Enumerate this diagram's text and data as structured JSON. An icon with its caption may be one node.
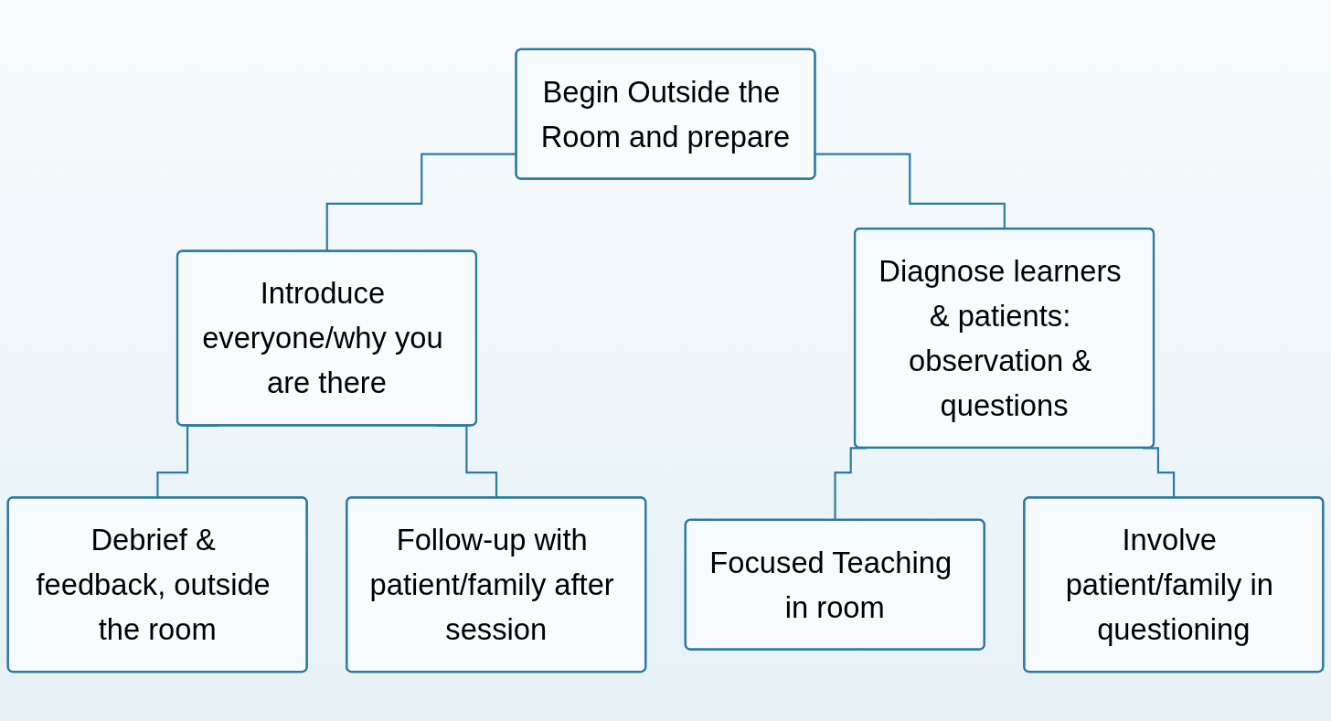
{
  "diagram": {
    "nodes": [
      {
        "text": [
          "Begin Outside the Room and prepare"
        ]
      },
      {
        "text": [
          "Introduce everyone/why you are there"
        ]
      },
      {
        "text": [
          "Diagnose learners & patients: observation & questions"
        ]
      },
      {
        "text": [
          "Debrief & feedback, outside the room"
        ]
      },
      {
        "text": [
          "Follow-up with patient/family after session"
        ]
      },
      {
        "text": [
          "Focused Teaching in room"
        ]
      },
      {
        "text": [
          "Involve patient/family in questioning"
        ]
      }
    ],
    "edges": [
      {
        "from": 0,
        "to": 1,
        "arrow": "none"
      },
      {
        "from": 0,
        "to": 2,
        "arrow": "none"
      },
      {
        "from": 1,
        "to": 3,
        "arrow": "none"
      },
      {
        "from": 1,
        "to": 4,
        "arrow": "none"
      },
      {
        "from": 2,
        "to": 5,
        "arrow": "none"
      },
      {
        "from": 2,
        "to": 6,
        "arrow": "none"
      }
    ]
  }
}
